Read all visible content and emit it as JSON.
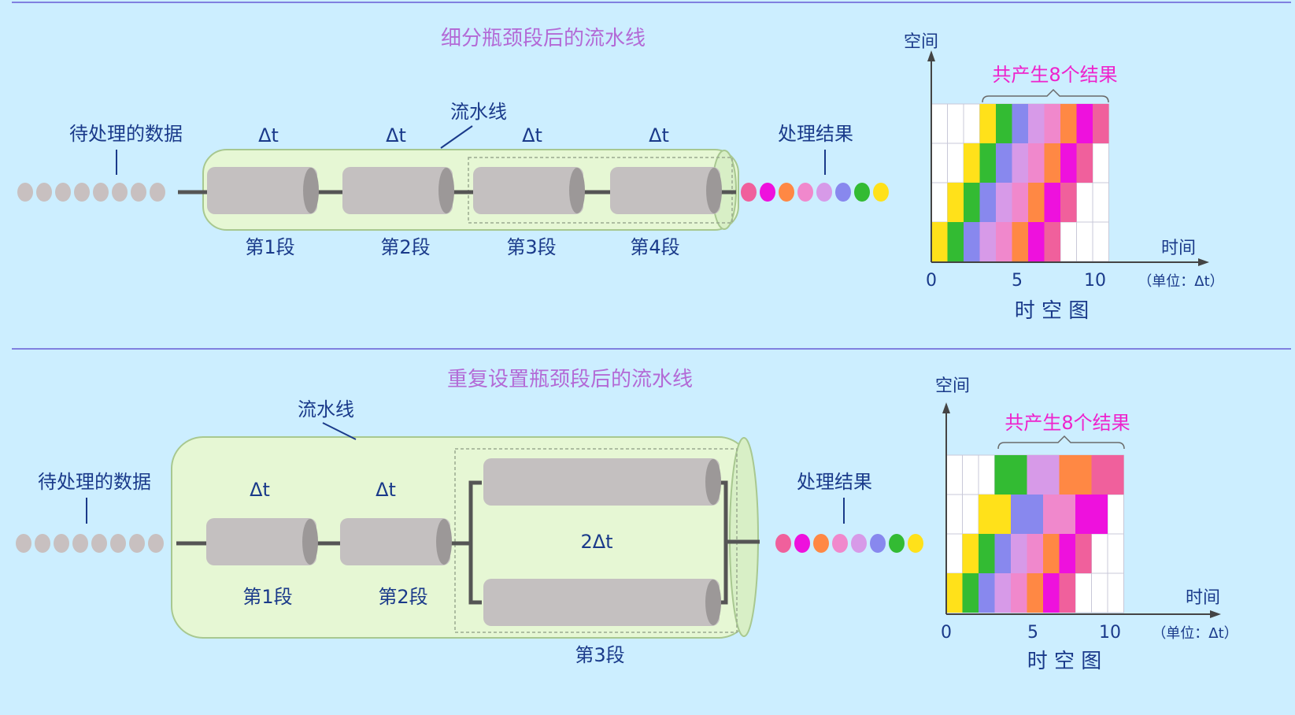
{
  "top": {
    "title": "细分瓶颈段后的流水线",
    "input_label": "待处理的数据",
    "pipeline_label": "流水线",
    "output_label": "处理结果",
    "delta": "Δt",
    "stages": [
      "第1段",
      "第2段",
      "第3段",
      "第4段"
    ],
    "chart": {
      "y_label": "空间",
      "x_label": "时间",
      "unit": "（单位：Δt）",
      "caption": "时 空 图",
      "result_label": "共产生8个结果",
      "ticks": [
        "0",
        "5",
        "10"
      ],
      "rows": [
        {
          "start": 0,
          "cells": [
            0,
            1,
            2,
            3,
            4,
            5,
            6,
            7
          ]
        },
        {
          "start": 1,
          "cells": [
            0,
            1,
            2,
            3,
            4,
            5,
            6,
            7
          ]
        },
        {
          "start": 2,
          "cells": [
            0,
            1,
            2,
            3,
            4,
            5,
            6,
            7
          ]
        },
        {
          "start": 3,
          "cells": [
            0,
            1,
            2,
            3,
            4,
            5,
            6,
            7
          ]
        }
      ]
    }
  },
  "bottom": {
    "title": "重复设置瓶颈段后的流水线",
    "input_label": "待处理的数据",
    "pipeline_label": "流水线",
    "output_label": "处理结果",
    "delta": "Δt",
    "delta2": "2Δt",
    "stages": [
      "第1段",
      "第2段",
      "第3段"
    ],
    "chart": {
      "y_label": "空间",
      "x_label": "时间",
      "unit": "（单位：Δt）",
      "caption": "时 空 图",
      "result_label": "共产生8个结果",
      "ticks": [
        "0",
        "5",
        "10"
      ]
    }
  },
  "colors": {
    "background": "#cceeff",
    "title": "#b36ad6",
    "label": "#1a3a8a",
    "result": "#ee22cc",
    "tube": "#e6f7d4",
    "cylinder": "#c4c0c0",
    "pipe": "#555555",
    "divider": "#8080e0",
    "data_dot": "#c8c0c0",
    "series": [
      "#ffe11a",
      "#33bb33",
      "#8888ee",
      "#d79ae8",
      "#f088cc",
      "#ff8844",
      "#ee11dd",
      "#f0609c"
    ]
  }
}
